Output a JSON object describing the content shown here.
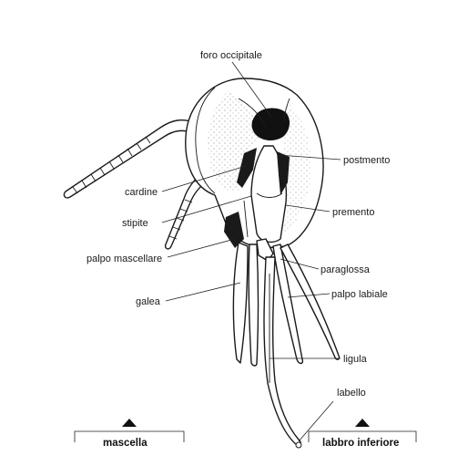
{
  "labels": {
    "foro_occipitale": "foro occipitale",
    "postmento": "postmento",
    "cardine": "cardine",
    "premento": "premento",
    "stipite": "stipite",
    "palpo_mascellare": "palpo mascellare",
    "paraglossa": "paraglossa",
    "palpo_labiale": "palpo labiale",
    "galea": "galea",
    "ligula": "ligula",
    "labello": "labello"
  },
  "groups": {
    "mascella": "mascella",
    "labbro_inferiore": "labbro inferiore"
  }
}
